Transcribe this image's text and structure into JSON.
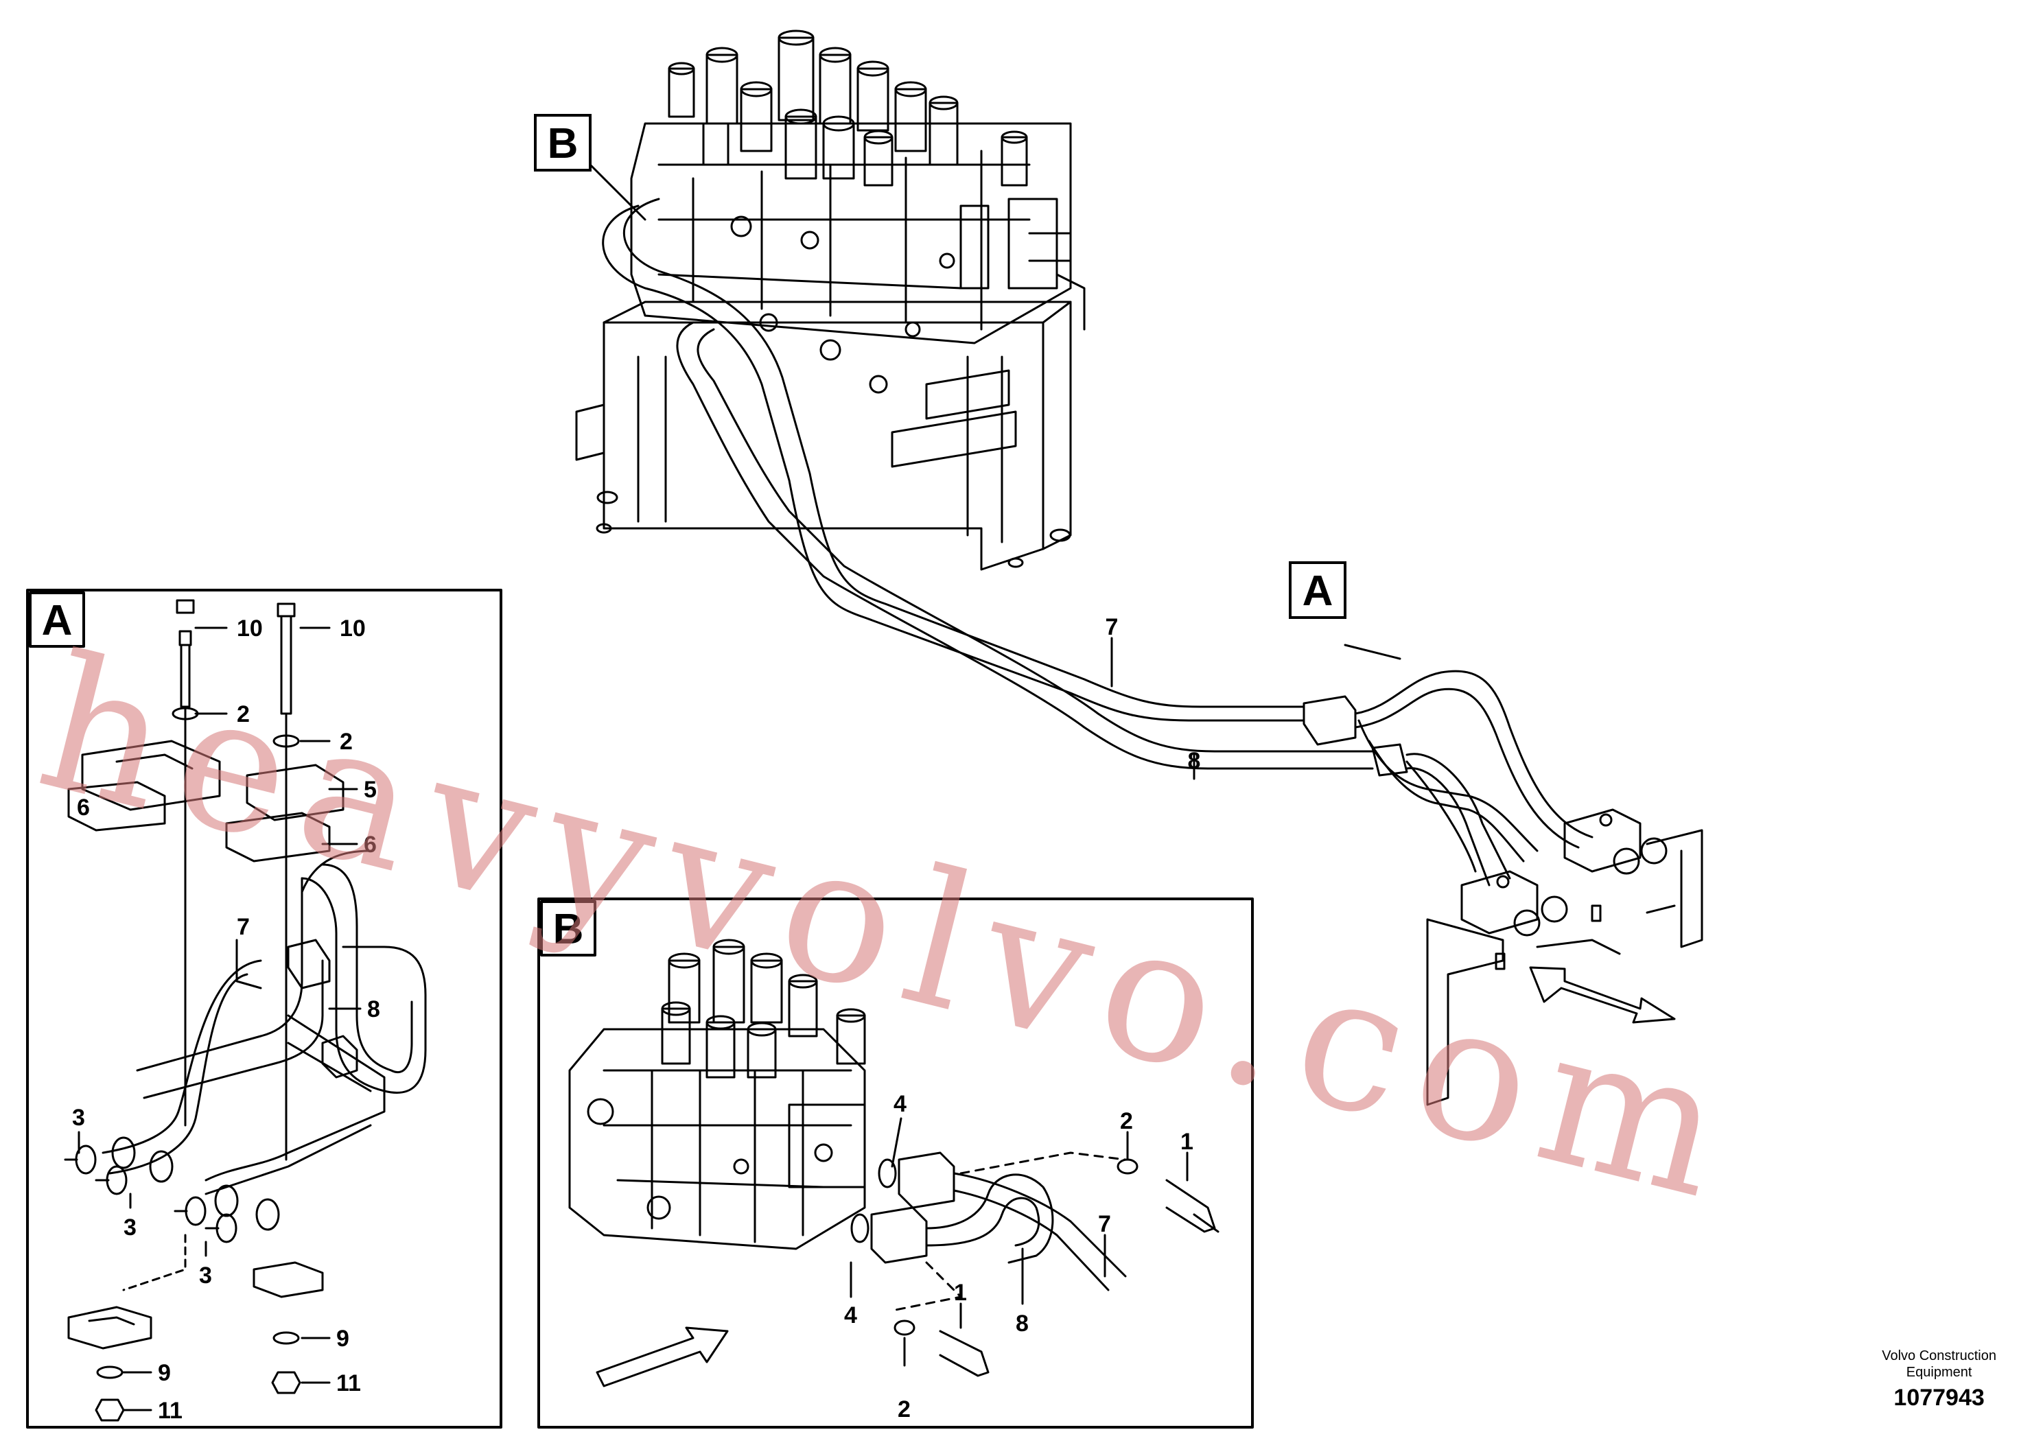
{
  "views": {
    "main": {
      "callout_a": "A",
      "callout_b": "B",
      "pipe_7": "7",
      "pipe_8": "8"
    },
    "detail_a": {
      "title": "A",
      "labels": {
        "bolt_left": "10",
        "bolt_right": "10",
        "washer_left": "2",
        "washer_right": "2",
        "clamp_top": "5",
        "clamp_mid": "6",
        "clamp_left": "6",
        "pipe_7": "7",
        "pipe_8": "8",
        "oring_1": "3",
        "oring_2": "3",
        "oring_3": "3",
        "washer_lower_left": "9",
        "washer_lower_right": "9",
        "nut_left": "11",
        "nut_right": "11"
      }
    },
    "detail_b": {
      "title": "B",
      "labels": {
        "oring_upper": "4",
        "oring_lower": "4",
        "washer_upper": "2",
        "washer_lower": "2",
        "screw_upper": "1",
        "screw_lower": "1",
        "pipe_7": "7",
        "pipe_8": "8"
      }
    }
  },
  "credit": {
    "org_line1": "Volvo Construction",
    "org_line2": "Equipment",
    "drawing_number": "1077943"
  },
  "watermark": {
    "text": "heavyvolvo.com"
  },
  "colors": {
    "line": "#000000",
    "watermark": "#d67878",
    "background": "#ffffff"
  }
}
